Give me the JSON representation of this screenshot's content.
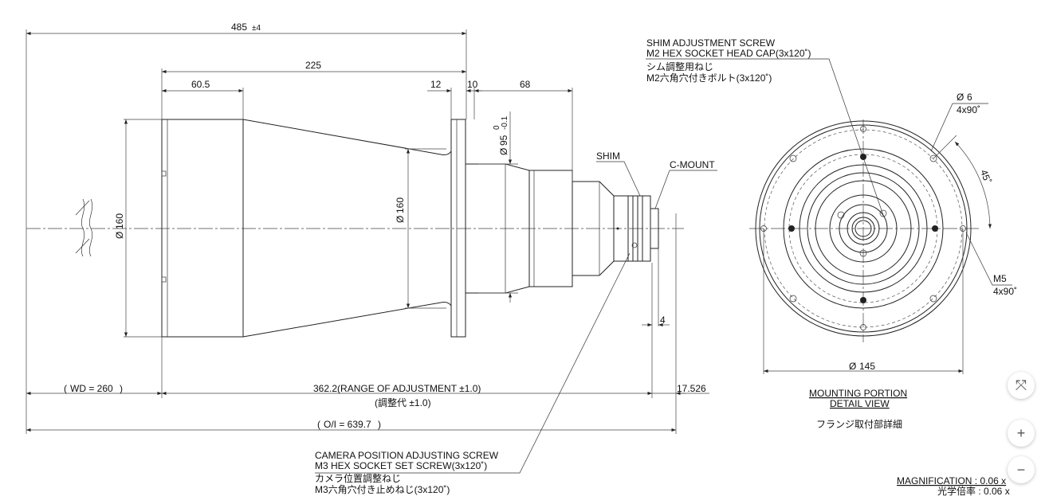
{
  "dims": {
    "overall": "485",
    "overall_tol": "±4",
    "d225": "225",
    "d60_5": "60.5",
    "d12": "12",
    "d10": "10",
    "d68": "68",
    "phi95": "95",
    "phi95_tol_upper": "0",
    "phi95_tol_lower": "-0.1",
    "phi160_left": "160",
    "phi160_right": "160",
    "d4": "4",
    "wd": "WD = 260",
    "range": "362.2(RANGE OF ADJUSTMENT  ±1.0)",
    "range_jp": "(調整代 ±1.0)",
    "flange_back": "17.526",
    "oi": "O/I = 639.7",
    "phi145": "145",
    "phi6": "6",
    "phi6_count": "4x90˚",
    "m5": "M5",
    "m5_count": "4x90˚",
    "angle45": "45˚",
    "phi_symbol": "Ø"
  },
  "labels": {
    "shim_screw_1": "SHIM ADJUSTMENT SCREW",
    "shim_screw_2": "M2 HEX SOCKET HEAD CAP(3x120˚)",
    "shim_screw_3": "シム調整用ねじ",
    "shim_screw_4": "M2六角穴付きボルト(3x120˚)",
    "shim": "SHIM",
    "cmount": "C-MOUNT",
    "cam_screw_1": "CAMERA POSITION ADJUSTING SCREW",
    "cam_screw_2": "M3 HEX SOCKET SET SCREW(3x120˚)",
    "cam_screw_3": "カメラ位置調整ねじ",
    "cam_screw_4": "M3六角穴付き止めねじ(3x120˚)",
    "detail_1": "MOUNTING PORTION",
    "detail_2": "DETAIL VIEW",
    "detail_jp": "フランジ取付部詳細",
    "mag_1": "MAGNIFICATION : 0.06 x",
    "mag_2": "光学倍率 : 0.06 x"
  },
  "controls": {
    "fit": "⤧",
    "zoom_in": "+",
    "zoom_out": "−"
  }
}
